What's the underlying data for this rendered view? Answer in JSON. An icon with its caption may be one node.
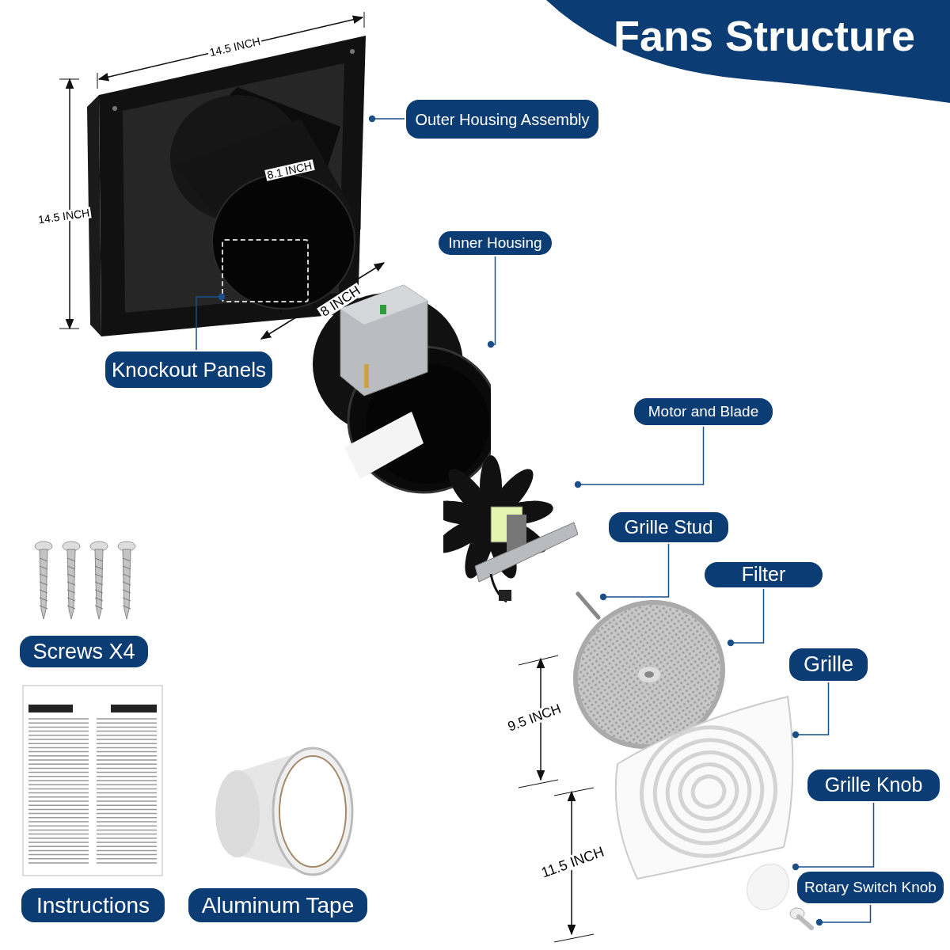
{
  "diagram": {
    "title": "Fans Structure",
    "nodes": [
      {
        "text": [
          "Outer Housing Assembly"
        ]
      },
      {
        "text": [],
        "shape": "picture"
      },
      {
        "text": [
          "Inner Housing"
        ]
      },
      {
        "text": [],
        "shape": "picture"
      },
      {
        "text": [
          "Knockout Panels"
        ]
      },
      {
        "text": [],
        "shape": "box",
        "in": 1
      },
      {
        "text": [
          "Motor and Blade"
        ]
      },
      {
        "text": [],
        "shape": "picture"
      },
      {
        "text": [
          "Grille Stud"
        ]
      },
      {
        "text": [],
        "shape": "picture"
      },
      {
        "text": [
          "Filter"
        ]
      },
      {
        "text": [],
        "shape": "picture"
      },
      {
        "text": [
          "Grille"
        ]
      },
      {
        "text": [],
        "shape": "picture"
      },
      {
        "text": [
          "Grille Knob"
        ]
      },
      {
        "text": [],
        "shape": "circle"
      },
      {
        "text": [
          "Rotary Switch Knob"
        ]
      },
      {
        "text": [],
        "shape": "picture"
      },
      {
        "text": [
          "Screws X4"
        ]
      },
      {
        "text": [
          "Instructions"
        ]
      },
      {
        "text": [
          "Aluminum Tape"
        ]
      }
    ],
    "edges": [
      {
        "from": 0,
        "to": 1,
        "arrow": "other"
      },
      {
        "from": 2,
        "to": 3,
        "arrow": "other"
      },
      {
        "from": 4,
        "to": 5,
        "arrow": "other"
      },
      {
        "from": 6,
        "to": 7,
        "arrow": "other"
      },
      {
        "from": 8,
        "to": 9,
        "arrow": "other"
      },
      {
        "from": 10,
        "to": 11,
        "arrow": "other"
      },
      {
        "from": 12,
        "to": 13,
        "arrow": "other"
      },
      {
        "from": 14,
        "to": 15,
        "arrow": "other"
      },
      {
        "from": 16,
        "to": 17,
        "arrow": "other"
      }
    ],
    "labels": [
      "14.5 INCH",
      "14.5 INCH",
      "8.1 INCH",
      "8 INCH",
      "9.5 INCH",
      "11.5 INCH"
    ]
  }
}
